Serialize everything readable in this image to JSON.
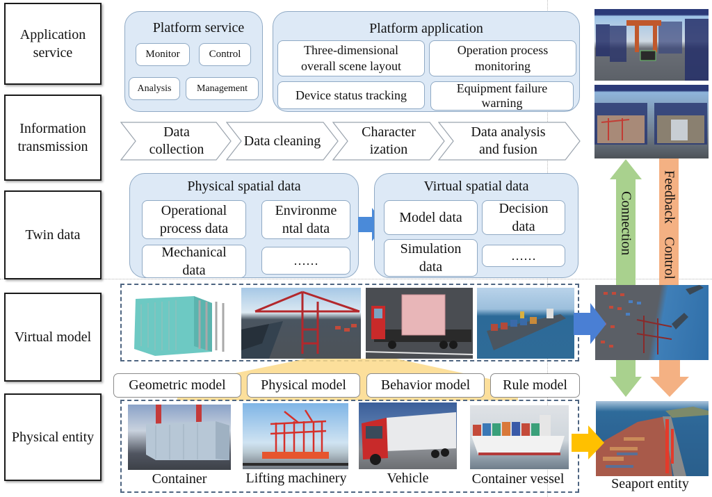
{
  "layers": [
    {
      "label": "Application service"
    },
    {
      "label": "Information transmission"
    },
    {
      "label": "Twin data"
    },
    {
      "label": "Virtual model"
    },
    {
      "label": "Physical entity"
    }
  ],
  "application_service": {
    "platform_service": {
      "title": "Platform service",
      "items": [
        "Monitor",
        "Control",
        "Analysis",
        "Management"
      ]
    },
    "platform_application": {
      "title": "Platform application",
      "items": [
        "Three-dimensional overall scene layout",
        "Operation process monitoring",
        "Device status tracking",
        "Equipment failure warning"
      ]
    }
  },
  "information_transmission": {
    "steps": [
      "Data collection",
      "Data cleaning",
      "Character ization",
      "Data analysis and fusion"
    ]
  },
  "twin_data": {
    "physical": {
      "title": "Physical spatial data",
      "items": [
        "Operational process data",
        "Environme ntal data",
        "Mechanical data",
        "……"
      ]
    },
    "virtual": {
      "title": "Virtual spatial data",
      "items": [
        "Model data",
        "Decision data",
        "Simulation data",
        "……"
      ]
    }
  },
  "virtual_model": {
    "images": [
      "container-3d-model",
      "crane-3d-model",
      "truck-3d-model",
      "vessel-3d-model"
    ],
    "model_types": [
      "Geometric model",
      "Physical model",
      "Behavior model",
      "Rule model"
    ]
  },
  "physical_entity": {
    "items": [
      "Container",
      "Lifting machinery",
      "Vehicle",
      "Container vessel"
    ]
  },
  "right_column": {
    "connection_label": "Connection",
    "feedback_label": "Feedback Control",
    "seaport_label": "Seaport entity"
  },
  "colors": {
    "panel_fill": "#dde9f6",
    "panel_border": "#8fa9c4",
    "connection_green": "#a9d18e",
    "feedback_orange": "#f4b183",
    "blue_arrow": "#4a7fd4",
    "yellow_arrow": "#ffc000",
    "fan_yellow": "#fbd98a"
  }
}
